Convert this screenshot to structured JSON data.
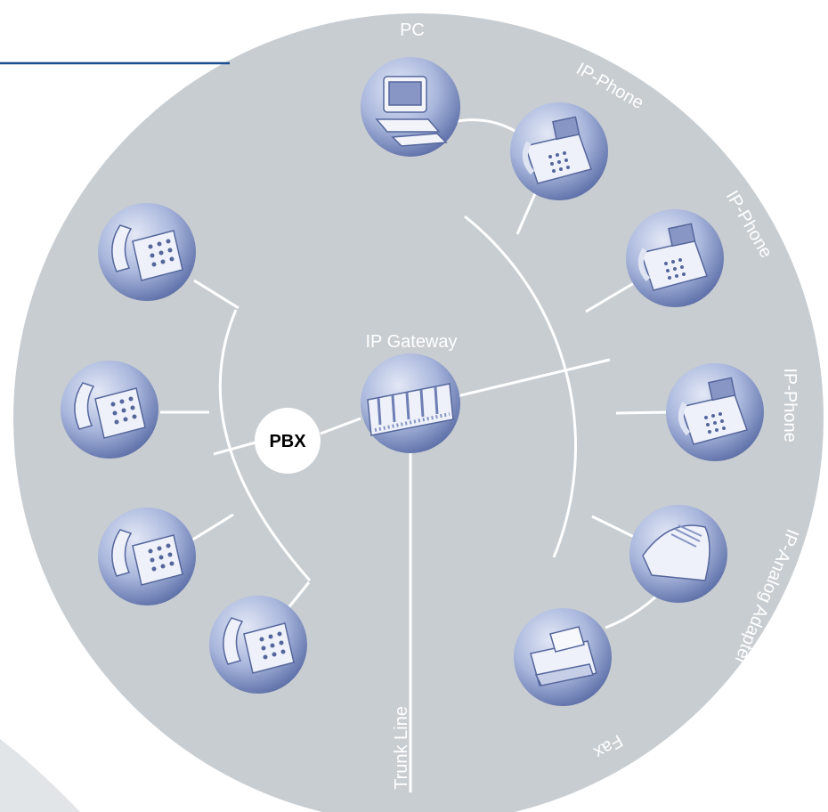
{
  "labels": {
    "pc": "PC",
    "ip_phone_1": "IP-Phone",
    "ip_phone_2": "IP-Phone",
    "ip_phone_3": "IP-Phone",
    "ip_analog_adapter": "IP-Analog Adapter",
    "fax": "Fax",
    "ip_gateway": "IP Gateway",
    "pbx": "PBX",
    "trunk_line": "Trunk Line"
  },
  "icons": {
    "pc": "desktop-computer-icon",
    "ip_phone": "ip-phone-icon",
    "ip_gateway": "gateway-switch-icon",
    "analog_adapter": "analog-adapter-icon",
    "fax": "fax-machine-icon",
    "analog_phone": "analog-phone-icon"
  },
  "colors": {
    "disc": "#c8cdd1",
    "accent_line": "#1c4f8f",
    "wire": "#ffffff",
    "node": "#9aa9d0",
    "node_dark": "#5b6ca6",
    "node_light": "#d9e0f2"
  }
}
